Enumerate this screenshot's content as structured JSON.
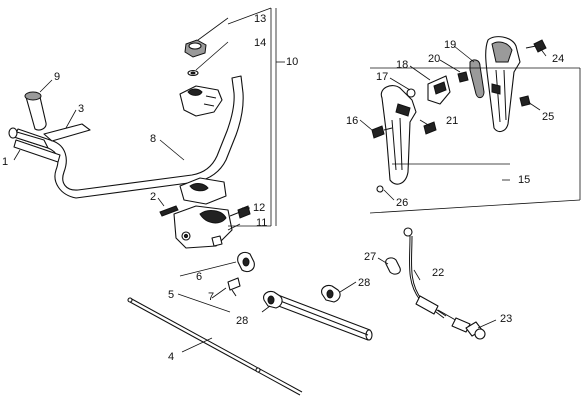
{
  "callouts": [
    {
      "id": "c1",
      "label": "1"
    },
    {
      "id": "c2",
      "label": "2"
    },
    {
      "id": "c3",
      "label": "3"
    },
    {
      "id": "c4",
      "label": "4"
    },
    {
      "id": "c5",
      "label": "5"
    },
    {
      "id": "c6",
      "label": "6"
    },
    {
      "id": "c7",
      "label": "7"
    },
    {
      "id": "c8",
      "label": "8"
    },
    {
      "id": "c9",
      "label": "9"
    },
    {
      "id": "c10",
      "label": "10"
    },
    {
      "id": "c11",
      "label": "11"
    },
    {
      "id": "c12",
      "label": "12"
    },
    {
      "id": "c13",
      "label": "13"
    },
    {
      "id": "c14",
      "label": "14"
    },
    {
      "id": "c15",
      "label": "15"
    },
    {
      "id": "c16",
      "label": "16"
    },
    {
      "id": "c17",
      "label": "17"
    },
    {
      "id": "c18",
      "label": "18"
    },
    {
      "id": "c19",
      "label": "19"
    },
    {
      "id": "c20",
      "label": "20"
    },
    {
      "id": "c21",
      "label": "21"
    },
    {
      "id": "c22",
      "label": "22"
    },
    {
      "id": "c23",
      "label": "23"
    },
    {
      "id": "c24",
      "label": "24"
    },
    {
      "id": "c25",
      "label": "25"
    },
    {
      "id": "c26",
      "label": "26"
    },
    {
      "id": "c27",
      "label": "27"
    },
    {
      "id": "c28a",
      "label": "28"
    },
    {
      "id": "c28b",
      "label": "28"
    }
  ],
  "colors": {
    "ink": "#111111",
    "background": "#ffffff",
    "fill_grey": "#9a9a9a"
  }
}
